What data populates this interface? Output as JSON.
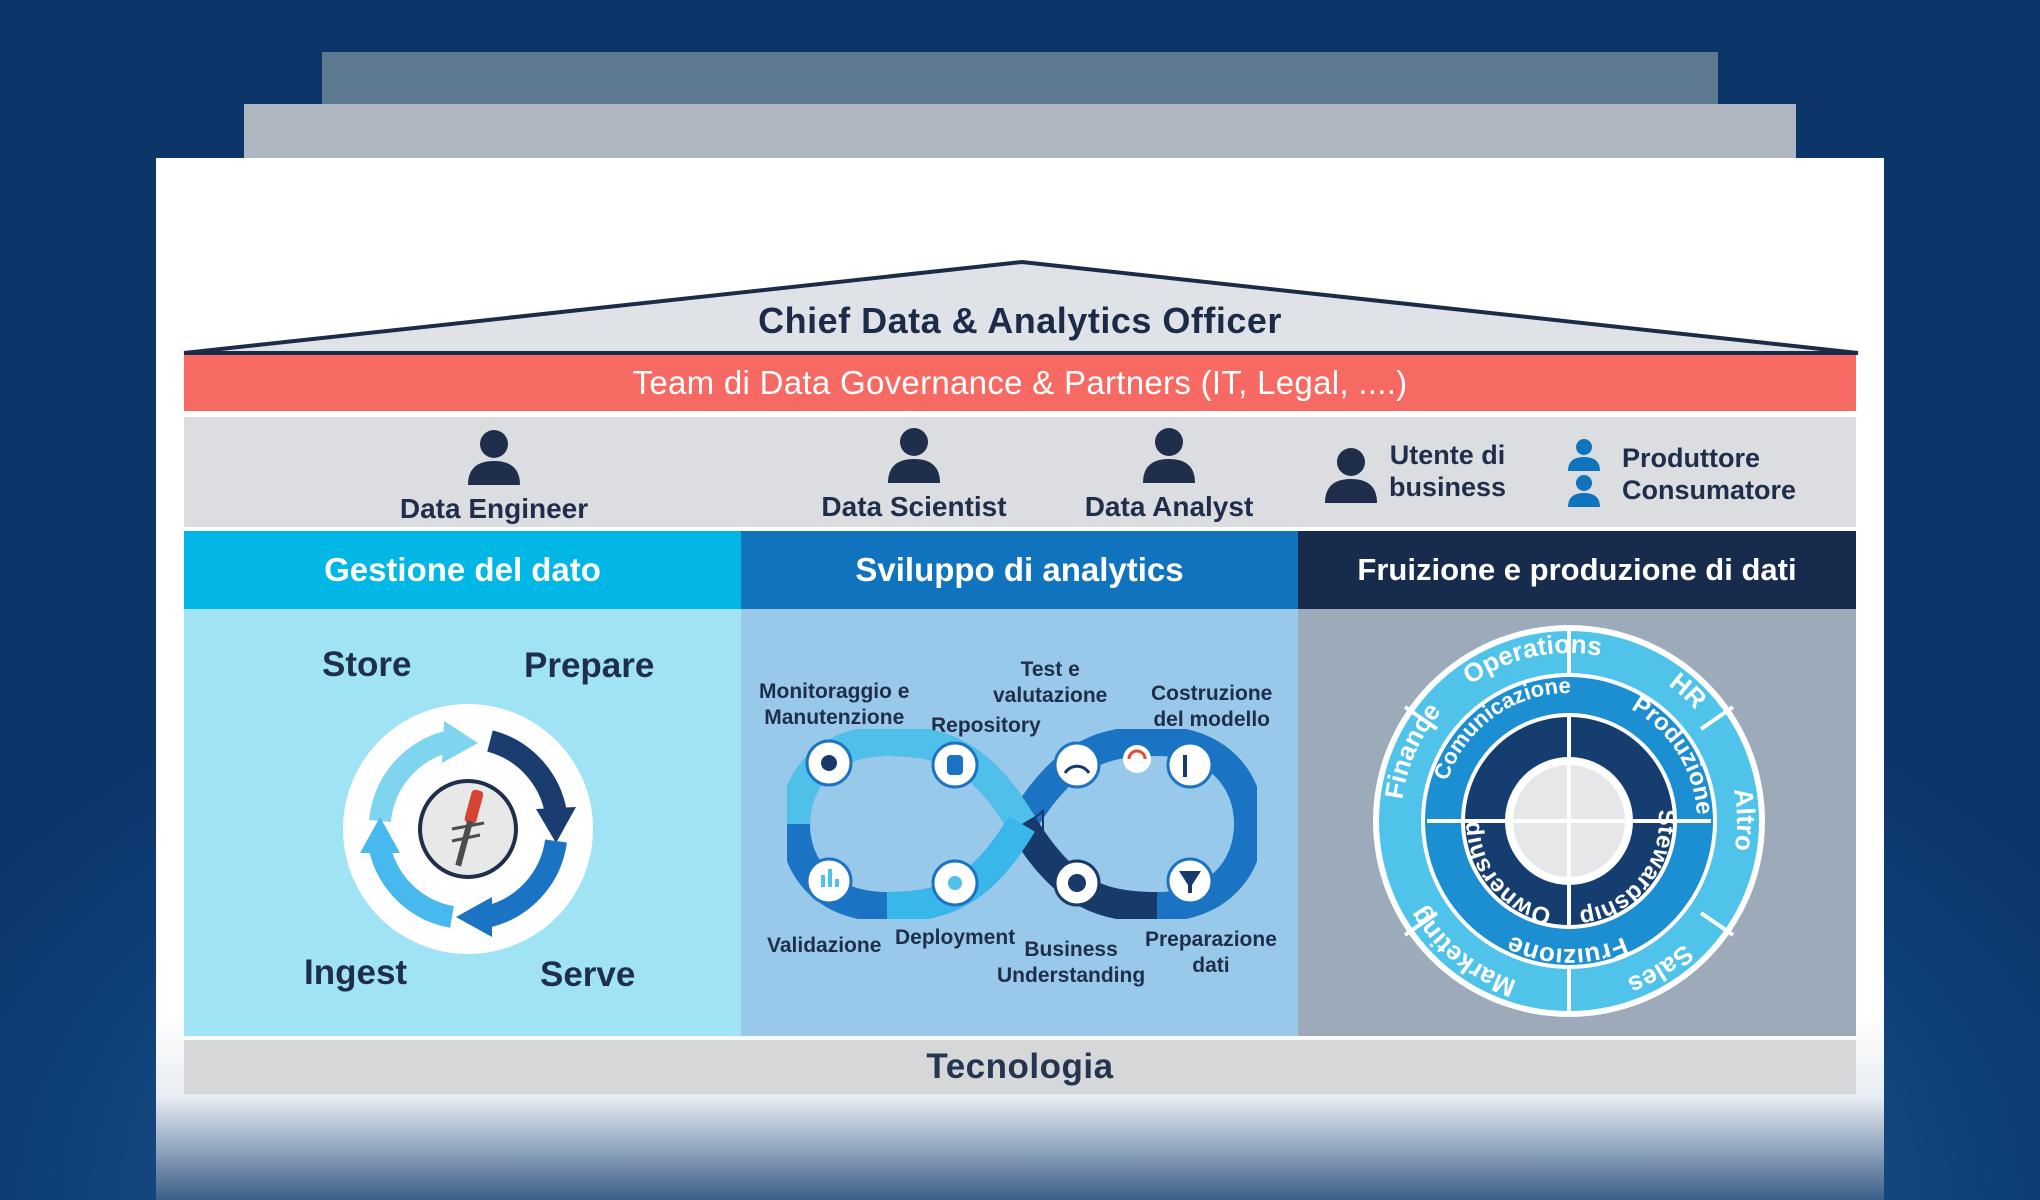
{
  "header": {
    "roof_title": "Chief Data & Analytics Officer",
    "team_bar": "Team di Data Governance & Partners (IT, Legal, ....)"
  },
  "roles": {
    "data_engineer": "Data Engineer",
    "data_scientist": "Data Scientist",
    "data_analyst": "Data Analyst",
    "business_user": [
      "Utente di",
      "business"
    ],
    "producer_consumer": [
      "Produttore",
      "Consumatore"
    ]
  },
  "columns": {
    "gestione": {
      "title": "Gestione del dato",
      "cycle": [
        "Store",
        "Prepare",
        "Ingest",
        "Serve"
      ]
    },
    "sviluppo": {
      "title": "Sviluppo di analytics",
      "steps": {
        "monitoraggio": [
          "Monitoraggio e",
          "Manutenzione"
        ],
        "test": [
          "Test e",
          "valutazione"
        ],
        "repository": "Repository",
        "costruzione": [
          "Costruzione",
          "del modello"
        ],
        "validazione": "Validazione",
        "deployment": "Deployment",
        "business": [
          "Business",
          "Understanding"
        ],
        "preparazione": [
          "Preparazione",
          "dati"
        ]
      }
    },
    "fruizione": {
      "title": "Fruizione e produzione di dati",
      "outer_ring": [
        "Sales",
        "Marketing",
        "Finance",
        "Operations",
        "HR",
        "Altro"
      ],
      "middle_ring": [
        "Fruizione",
        "Comunicazione",
        "Produzione"
      ],
      "inner_ring": [
        "Stewardship",
        "Ownership"
      ]
    }
  },
  "footer": {
    "tech_bar": "Tecnologia"
  },
  "colors": {
    "coral": "#f76a63",
    "light_blue": "#00b7e6",
    "mid_blue": "#0f73bd",
    "navy": "#172b4d",
    "panel_grey": "#9caab9"
  }
}
